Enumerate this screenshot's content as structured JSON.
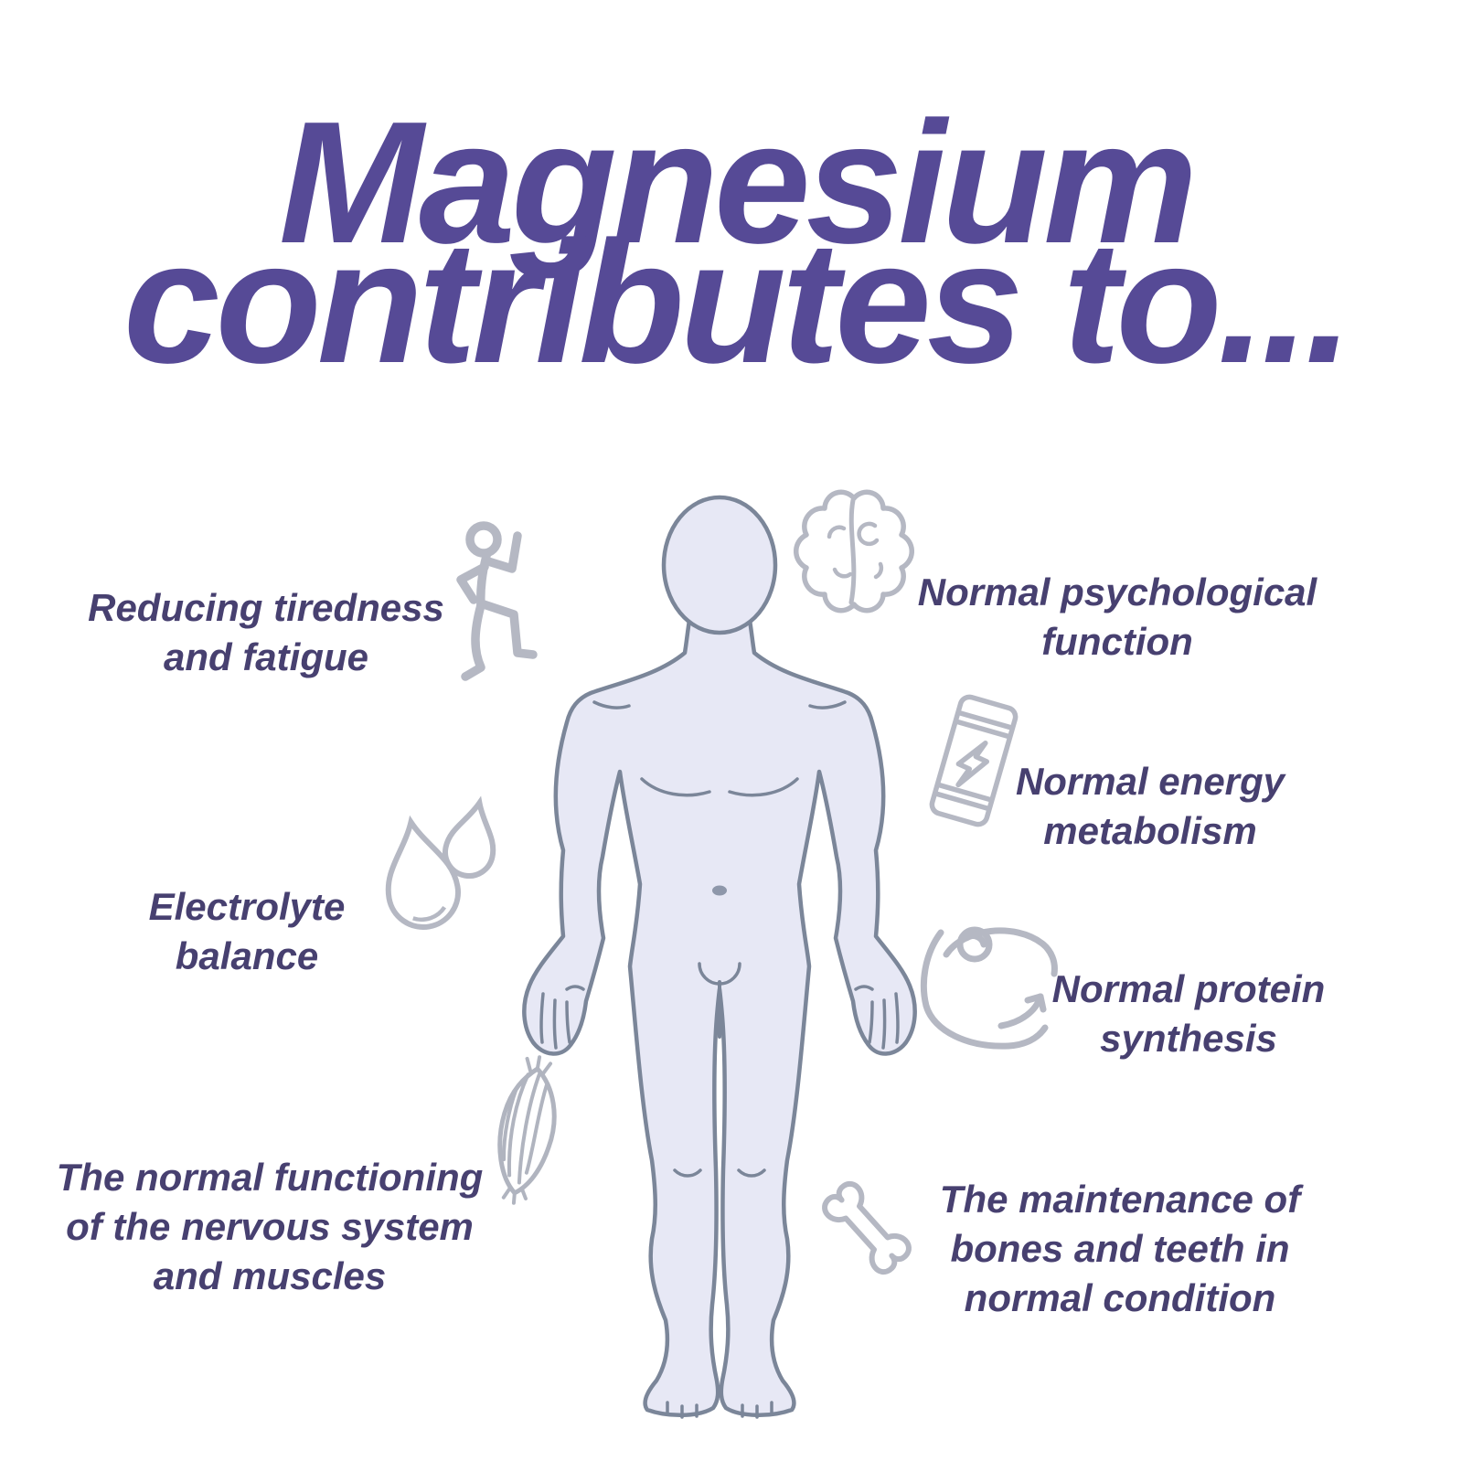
{
  "title": {
    "line1": "Magnesium",
    "line2": "contributes to...",
    "color": "#564a96"
  },
  "benefits": [
    {
      "id": "tiredness",
      "label": "Reducing tiredness and fatigue",
      "icon": "runner-icon",
      "side": "left"
    },
    {
      "id": "psychological",
      "label": "Normal psychological function",
      "icon": "brain-icon",
      "side": "right"
    },
    {
      "id": "energy",
      "label": "Normal energy metabolism",
      "icon": "energy-can-icon",
      "side": "right"
    },
    {
      "id": "electrolyte",
      "label": "Electrolyte balance",
      "icon": "water-drops-icon",
      "side": "left"
    },
    {
      "id": "protein",
      "label": "Normal protein synthesis",
      "icon": "bicep-icon",
      "side": "right"
    },
    {
      "id": "nervous",
      "label": "The normal functioning of the nervous system and muscles",
      "icon": "muscle-icon",
      "side": "left"
    },
    {
      "id": "bones",
      "label": "The maintenance of bones and teeth in normal condition",
      "icon": "bone-icon",
      "side": "right"
    }
  ],
  "figure": {
    "description": "faceless human body outline, front view",
    "fill": "#e7e8f5",
    "stroke": "#7b8699"
  },
  "colors": {
    "background": "#ffffff",
    "title_text": "#564a96",
    "label_text": "#474070",
    "icon_stroke": "#b5b8c3"
  }
}
